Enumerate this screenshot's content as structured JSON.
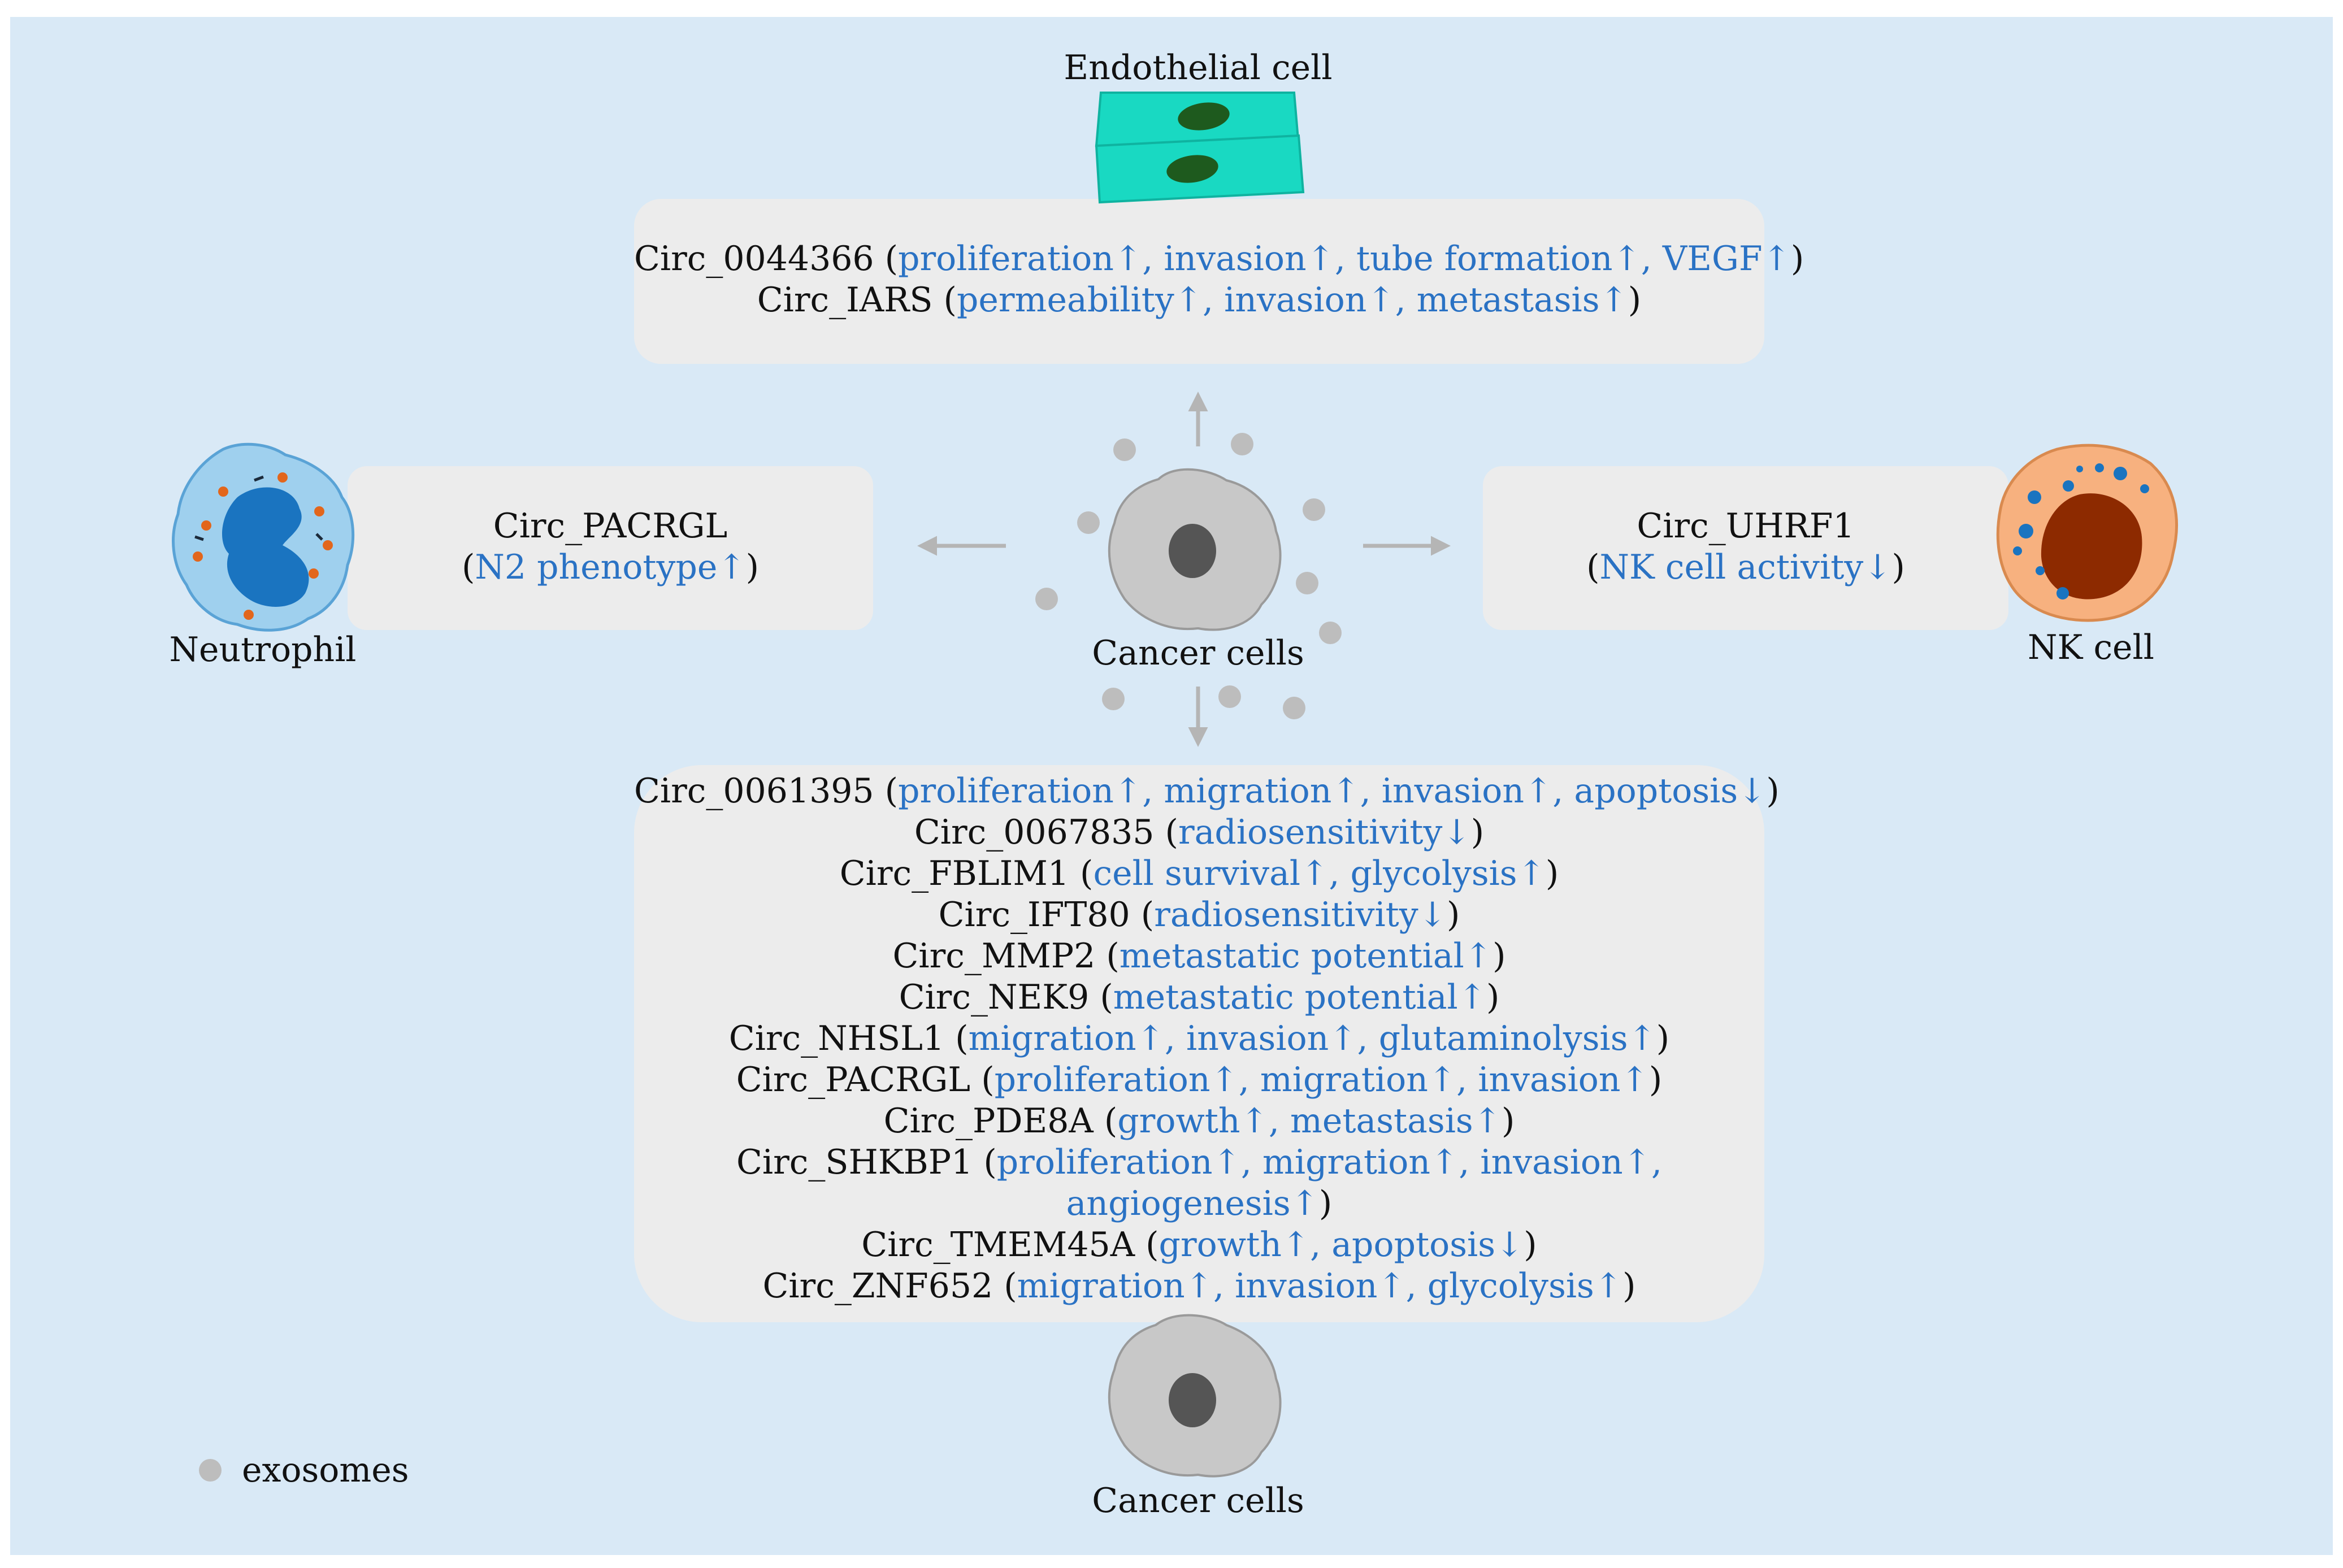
{
  "labels": {
    "endothelial": "Endothelial cell",
    "neutrophil": "Neutrophil",
    "nk": "NK cell",
    "cancer_center": "Cancer cells",
    "cancer_bottom": "Cancer cells",
    "legend": "exosomes"
  },
  "top_box": [
    {
      "pre": "Circ_0044366 (",
      "eff": "proliferation↑, invasion↑, tube formation↑, VEGF↑",
      "post": ")"
    },
    {
      "pre": "Circ_IARS (",
      "eff": "permeability↑, invasion↑, metastasis↑",
      "post": ")"
    }
  ],
  "left_box": [
    {
      "pre": "Circ_PACRGL",
      "eff": "",
      "post": ""
    },
    {
      "pre": "(",
      "eff": "N2 phenotype↑",
      "post": ")"
    }
  ],
  "right_box": [
    {
      "pre": "Circ_UHRF1",
      "eff": "",
      "post": ""
    },
    {
      "pre": "(",
      "eff": "NK cell activity↓",
      "post": ")"
    }
  ],
  "bottom_box": [
    {
      "pre": "Circ_0061395 (",
      "eff": "proliferation↑, migration↑, invasion↑, apoptosis↓",
      "post": ")"
    },
    {
      "pre": "Circ_0067835 (",
      "eff": "radiosensitivity↓",
      "post": ")"
    },
    {
      "pre": "Circ_FBLIM1 (",
      "eff": "cell survival↑, glycolysis↑",
      "post": ")"
    },
    {
      "pre": "Circ_IFT80 (",
      "eff": "radiosensitivity↓",
      "post": ")"
    },
    {
      "pre": "Circ_MMP2 (",
      "eff": "metastatic potential↑",
      "post": ")"
    },
    {
      "pre": "Circ_NEK9 (",
      "eff": "metastatic potential↑",
      "post": ")"
    },
    {
      "pre": "Circ_NHSL1 (",
      "eff": "migration↑, invasion↑, glutaminolysis↑",
      "post": ")"
    },
    {
      "pre": "Circ_PACRGL (",
      "eff": "proliferation↑, migration↑, invasion↑",
      "post": ")"
    },
    {
      "pre": "Circ_PDE8A (",
      "eff": "growth↑, metastasis↑",
      "post": ")"
    },
    {
      "pre": "Circ_SHKBP1 (",
      "eff": "proliferation↑, migration↑, invasion↑,",
      "post": ""
    },
    {
      "pre": "",
      "eff": "angiogenesis↑",
      "post": ")"
    },
    {
      "pre": "Circ_TMEM45A (",
      "eff": "growth↑, apoptosis↓",
      "post": ")"
    },
    {
      "pre": "Circ_ZNF652 (",
      "eff": "migration↑, invasion↑, glycolysis↑",
      "post": ")"
    }
  ],
  "colors": {
    "background": "#d9e9f6",
    "box": "#ececec",
    "effect_text": "#2a72c4",
    "endothelial": "#19d9c2",
    "nucleus_endothelial": "#1e5a1e",
    "neutrophil": "#9fd0ee",
    "neutrophil_nucleus": "#1a74c0",
    "granule": "#e2661c",
    "nk_cytoplasm": "#f7b17f",
    "nk_nucleus": "#8d2a00",
    "nk_granule": "#1a74c0",
    "exosome": "#bdbdbd",
    "cancer_cell": "#c8c8c8",
    "cancer_nucleus": "#555555",
    "arrow": "#b5b5b5"
  },
  "icons": [
    "endothelial-cell-icon",
    "neutrophil-icon",
    "nk-cell-icon",
    "cancer-cell-icon",
    "exosome-icon",
    "arrow-icon"
  ]
}
